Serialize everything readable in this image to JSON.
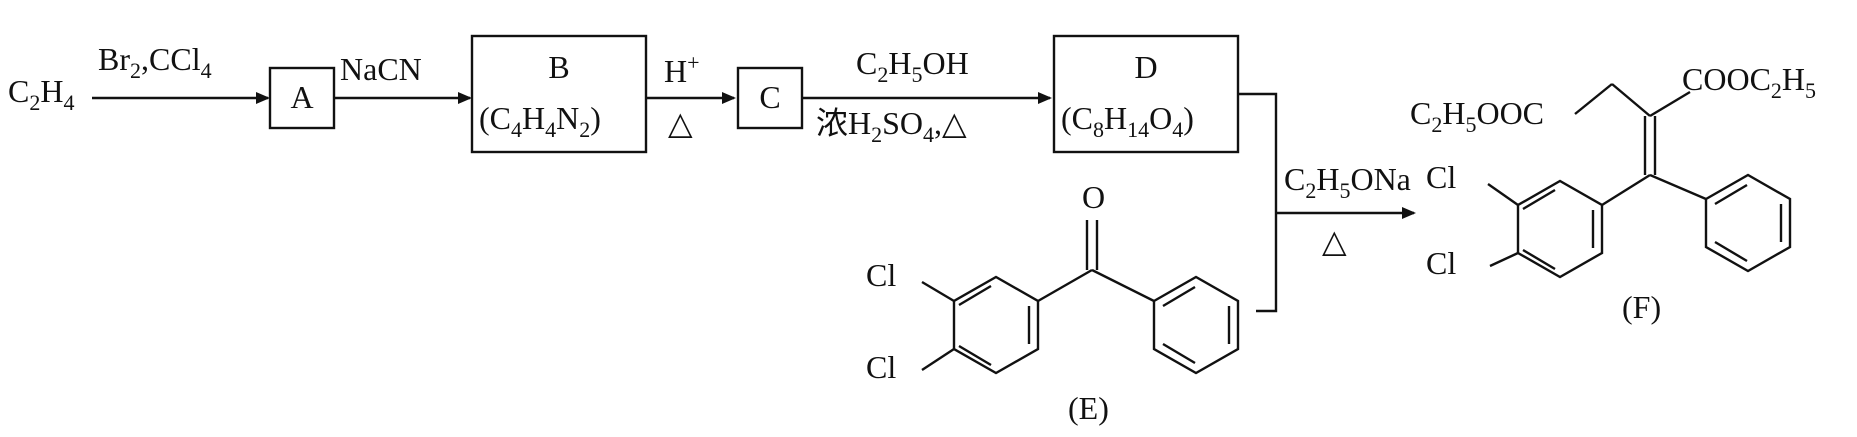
{
  "reactant": {
    "main": "C",
    "sub1": "2",
    "mid": "H",
    "sub2": "4"
  },
  "step1": {
    "reagent_a": "Br",
    "reagent_a_sub": "2",
    "reagent_b": ",CCl",
    "reagent_b_sub": "4"
  },
  "compound_a": {
    "label": "A"
  },
  "step2": {
    "reagent": "NaCN"
  },
  "compound_b": {
    "label": "B",
    "formula_open": "(C",
    "sub1": "4",
    "h": "H",
    "sub2": "4",
    "n": "N",
    "sub3": "2",
    "close": ")"
  },
  "step3": {
    "reagent": "H",
    "sup": "+",
    "condition": "△"
  },
  "compound_c": {
    "label": "C"
  },
  "step4": {
    "reagent_main": "C",
    "reagent_sub1": "2",
    "reagent_h": "H",
    "reagent_sub2": "5",
    "reagent_end": "OH",
    "condition_prefix": "浓H",
    "condition_sub1": "2",
    "condition_mid": "SO",
    "condition_sub2": "4",
    "condition_end": ",△"
  },
  "compound_d": {
    "label": "D",
    "formula_open": "(C",
    "sub1": "8",
    "h": "H",
    "sub2": "14",
    "o": "O",
    "sub3": "4",
    "close": ")"
  },
  "step5": {
    "reagent_main": "C",
    "reagent_sub1": "2",
    "reagent_h": "H",
    "reagent_sub2": "5",
    "reagent_end": "ONa",
    "condition": "△"
  },
  "compound_e": {
    "label": "(E)",
    "oxygen": "O",
    "cl_top": "Cl",
    "cl_bottom": "Cl"
  },
  "compound_f": {
    "label": "(F)",
    "left_ester_a": "C",
    "left_sub1": "2",
    "left_h": "H",
    "left_sub2": "5",
    "left_end": "OOC",
    "right_ester_a": "COOC",
    "right_sub1": "2",
    "right_h": "H",
    "right_sub2": "5",
    "cl_top": "Cl",
    "cl_bottom": "Cl"
  }
}
